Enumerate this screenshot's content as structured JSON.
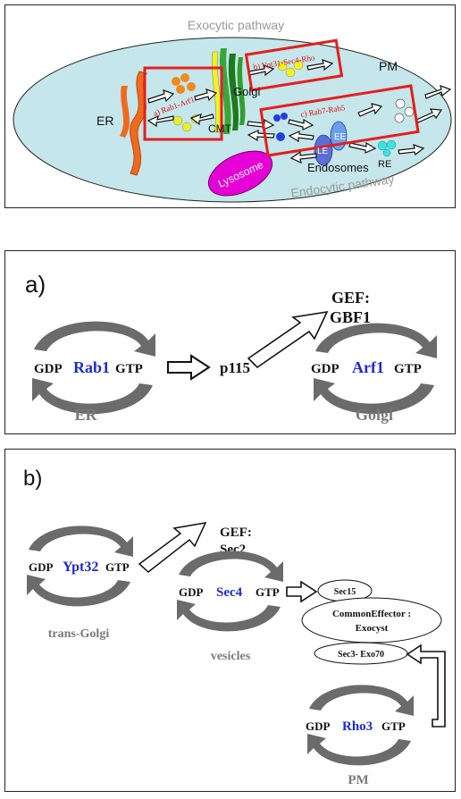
{
  "top_panel": {
    "exocytic_label": "Exocytic pathway",
    "endocytic_label": "Endocytic pathway",
    "pm_label": "PM",
    "er_label": "ER",
    "golgi_label": "Golgi",
    "cmt_label": "CMT",
    "lysosome_label": "Lysosome",
    "endosomes_label": "Endosomes",
    "le_label": "LE",
    "ee_label": "EE",
    "re_label": "RE",
    "box_a_label": "a) Rab1-Arf1",
    "box_b_label": "b) Ypt31-Sec4-Rho",
    "box_c_label": "c) Rab7-Rab5",
    "colors": {
      "cell": "#c5e6ea",
      "er": "#f06a1e",
      "golgi": "#3aa53a",
      "box": "#e41e1e",
      "lysosome": "#e600d6",
      "endosome": "#5b6fd6",
      "vesicle_orange": "#f08a1e",
      "vesicle_yellow": "#f2f21c",
      "vesicle_blue": "#2040e0",
      "vesicle_cyan": "#40e0e0"
    }
  },
  "panel_a": {
    "label": "a)",
    "rab1_gdp": "GDP",
    "rab1_name": "Rab1",
    "rab1_gtp": "GTP",
    "p115": "p115",
    "gef_line1": "GEF:",
    "gef_line2": "GBF1",
    "arf1_gdp": "GDP",
    "arf1_name": "Arf1",
    "arf1_gtp": "GTP",
    "er": "ER",
    "golgi": "Golgi"
  },
  "panel_b": {
    "label": "b)",
    "ypt32_gdp": "GDP",
    "ypt32_name": "Ypt32",
    "ypt32_gtp": "GTP",
    "gef_line1": "GEF:",
    "gef_line2": "Sec2",
    "sec4_gdp": "GDP",
    "sec4_name": "Sec4",
    "sec4_gtp": "GTP",
    "sec15": "Sec15",
    "effector_line1": "CommonEffector :",
    "effector_line2": "Exocyst",
    "sec3_exo70": "Sec3- Exo70",
    "rho3_gdp": "GDP",
    "rho3_name": "Rho3",
    "rho3_gtp": "GTP",
    "trans_golgi": "trans-Golgi",
    "vesicles": "vesicles",
    "pm": "PM"
  }
}
